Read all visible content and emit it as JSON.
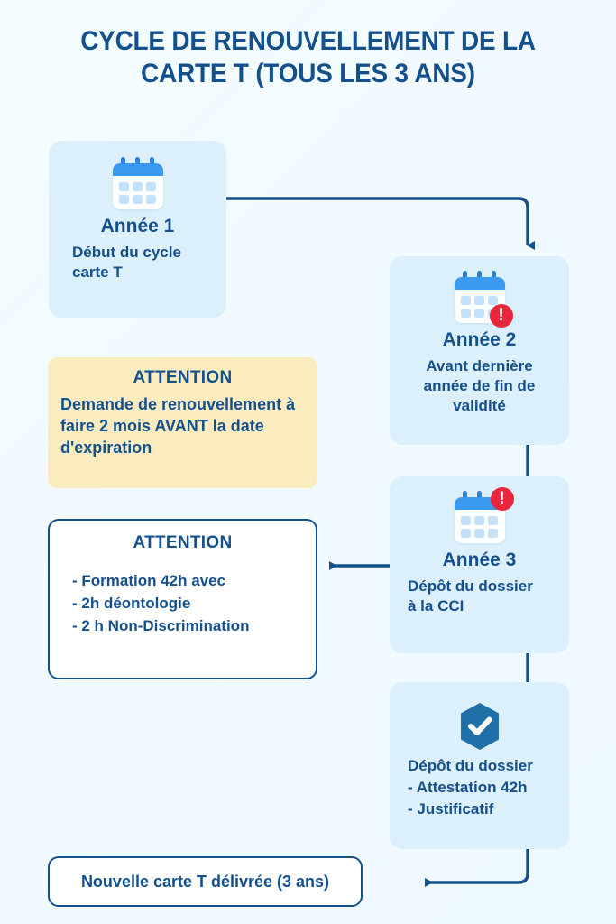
{
  "page": {
    "title_line1": "CYCLE DE RENOUVELLEMENT DE LA",
    "title_line2": "CARTE T (TOUS LES 3 ANS)",
    "background_color": "#F2FBFF",
    "accent_color": "#14508C",
    "card_fill_color": "#DCF0FC",
    "warning_fill_color": "#FBECC0",
    "alert_color": "#E8263C",
    "calendar_bar_color": "#3B9AF0"
  },
  "steps": [
    {
      "id": "year1",
      "icon": "calendar-icon",
      "heading": "Année 1",
      "body": "Début du cycle\ncarte T",
      "alert_badge": false
    },
    {
      "id": "year2",
      "icon": "calendar-alert-icon",
      "heading": "Année 2",
      "body": "Avant dernière\nannée de fin de\nvalidité",
      "alert_badge": true,
      "badge_position": "bottom-right"
    },
    {
      "id": "year3",
      "icon": "calendar-alert-icon",
      "heading": "Année 3",
      "body": "Dépôt du dossier\nà la CCI",
      "alert_badge": true,
      "badge_position": "top-right"
    },
    {
      "id": "depot",
      "icon": "shield-check-icon",
      "heading": "",
      "body": "Dépôt du dossier\n- Attestation 42h\n- Justificatif",
      "alert_badge": false
    }
  ],
  "callouts": {
    "delay": {
      "header": "ATTENTION",
      "text": "Demande de renouvellement à faire 2 mois AVANT la date d'expiration"
    },
    "training": {
      "header": "ATTENTION",
      "items": [
        "- Formation 42h avec",
        "- 2h déontologie",
        "- 2 h Non-Discrimination"
      ]
    }
  },
  "result": {
    "label": "Nouvelle carte T délivrée (3 ans)"
  }
}
